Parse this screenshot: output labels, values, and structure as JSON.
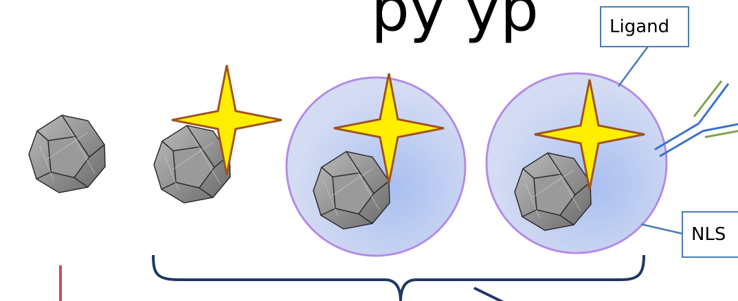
{
  "title_fragment": "py yp",
  "callouts": {
    "ligand": "Ligand",
    "nls": "NLS"
  },
  "colors": {
    "star_fill": "#ffee00",
    "star_stroke": "#a0521e",
    "shell_fill": "#c9d5f2",
    "shell_stroke": "#b48be6",
    "callout_border": "#4a7ab5",
    "antibody_blue": "#3a6fd0",
    "antibody_green": "#7fa050",
    "bracket": "#1f3864",
    "red_mark": "#c0504d"
  },
  "icons": [
    "nanoparticle-dodecahedron",
    "fluorophore-star",
    "coating-shell",
    "antibody-ligand",
    "curly-brace"
  ]
}
